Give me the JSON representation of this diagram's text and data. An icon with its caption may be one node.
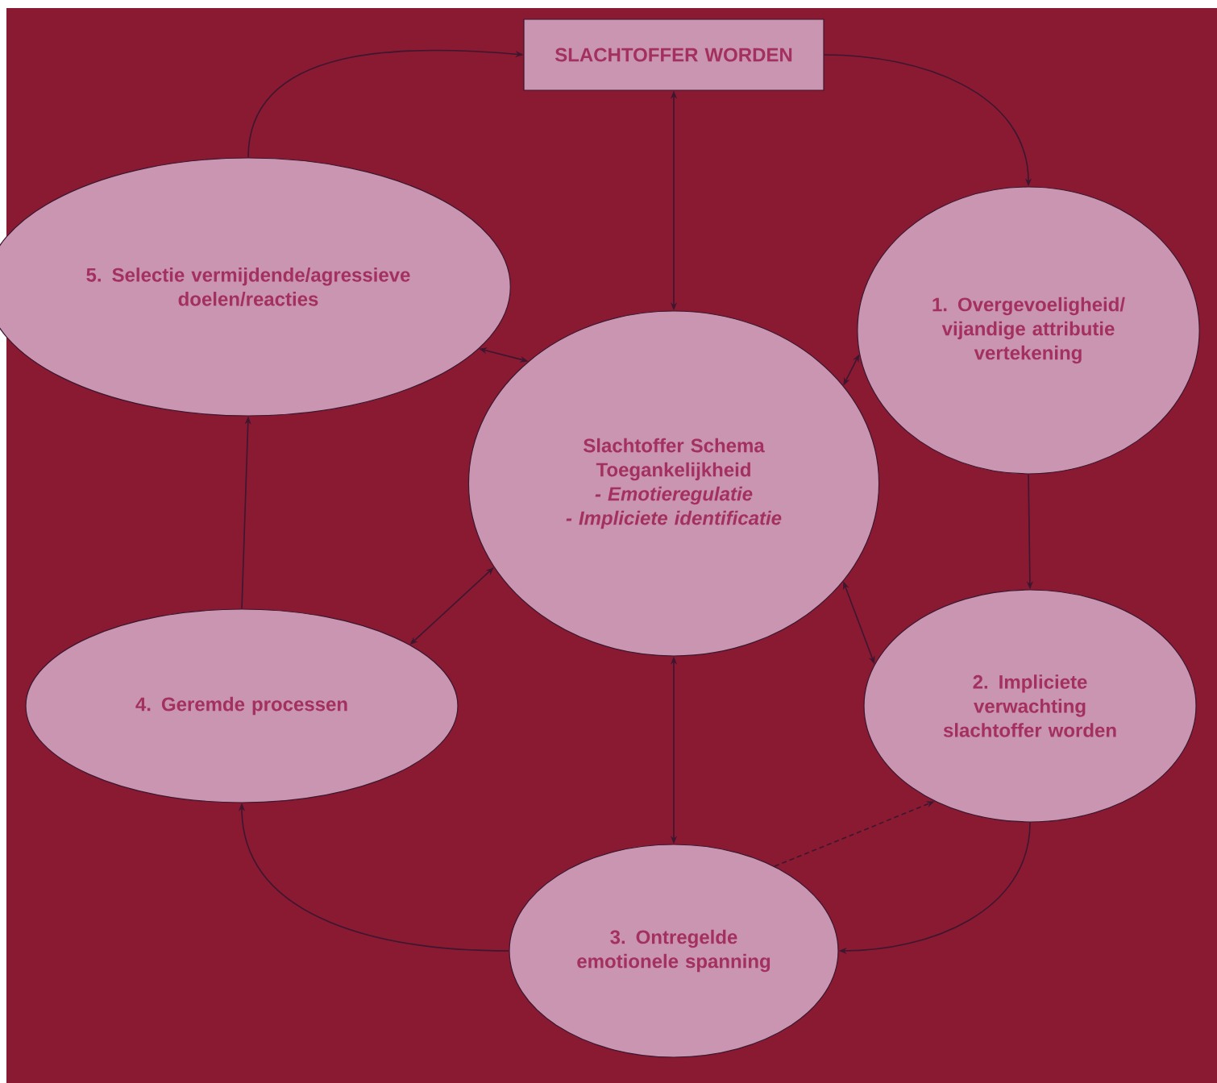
{
  "diagram": {
    "nodes": [
      {
        "text": [
          "SLACHTOFFER WORDEN"
        ]
      },
      {
        "text": [
          "1. Overgevoeligheid/ vijandige attributie vertekening"
        ]
      },
      {
        "text": [
          "Slachtoffer Schema Toegankelijkheid",
          "- Emotieregulatie",
          "- Impliciete identificatie"
        ]
      },
      {
        "text": [
          "2. Impliciete verwachting slachtoffer worden"
        ]
      },
      {
        "text": [
          "3. Ontregelde emotionele spanning"
        ]
      },
      {
        "text": [
          "4. Geremde processen"
        ]
      },
      {
        "text": [
          "5. Selectie vermijdende/agressieve doelen/reacties"
        ]
      }
    ],
    "edges": [
      {
        "from": 6,
        "to": 0,
        "arrow": "to"
      },
      {
        "from": 0,
        "to": 1,
        "arrow": "to"
      },
      {
        "from": 0,
        "to": 2,
        "arrow": "both"
      },
      {
        "from": 6,
        "to": 2,
        "arrow": "both"
      },
      {
        "from": 1,
        "to": 2,
        "arrow": "both"
      },
      {
        "from": 1,
        "to": 3,
        "arrow": "to"
      },
      {
        "from": 2,
        "to": 5,
        "arrow": "both"
      },
      {
        "from": 2,
        "to": 3,
        "arrow": "both"
      },
      {
        "from": 2,
        "to": 4,
        "arrow": "both"
      },
      {
        "from": 3,
        "to": 4,
        "arrow": "to"
      },
      {
        "from": 4,
        "to": 5,
        "arrow": "to"
      },
      {
        "from": 5,
        "to": 6,
        "arrow": "to"
      },
      {
        "from": 4,
        "to": 3,
        "arrow": "to",
        "style": "dashed"
      }
    ]
  }
}
